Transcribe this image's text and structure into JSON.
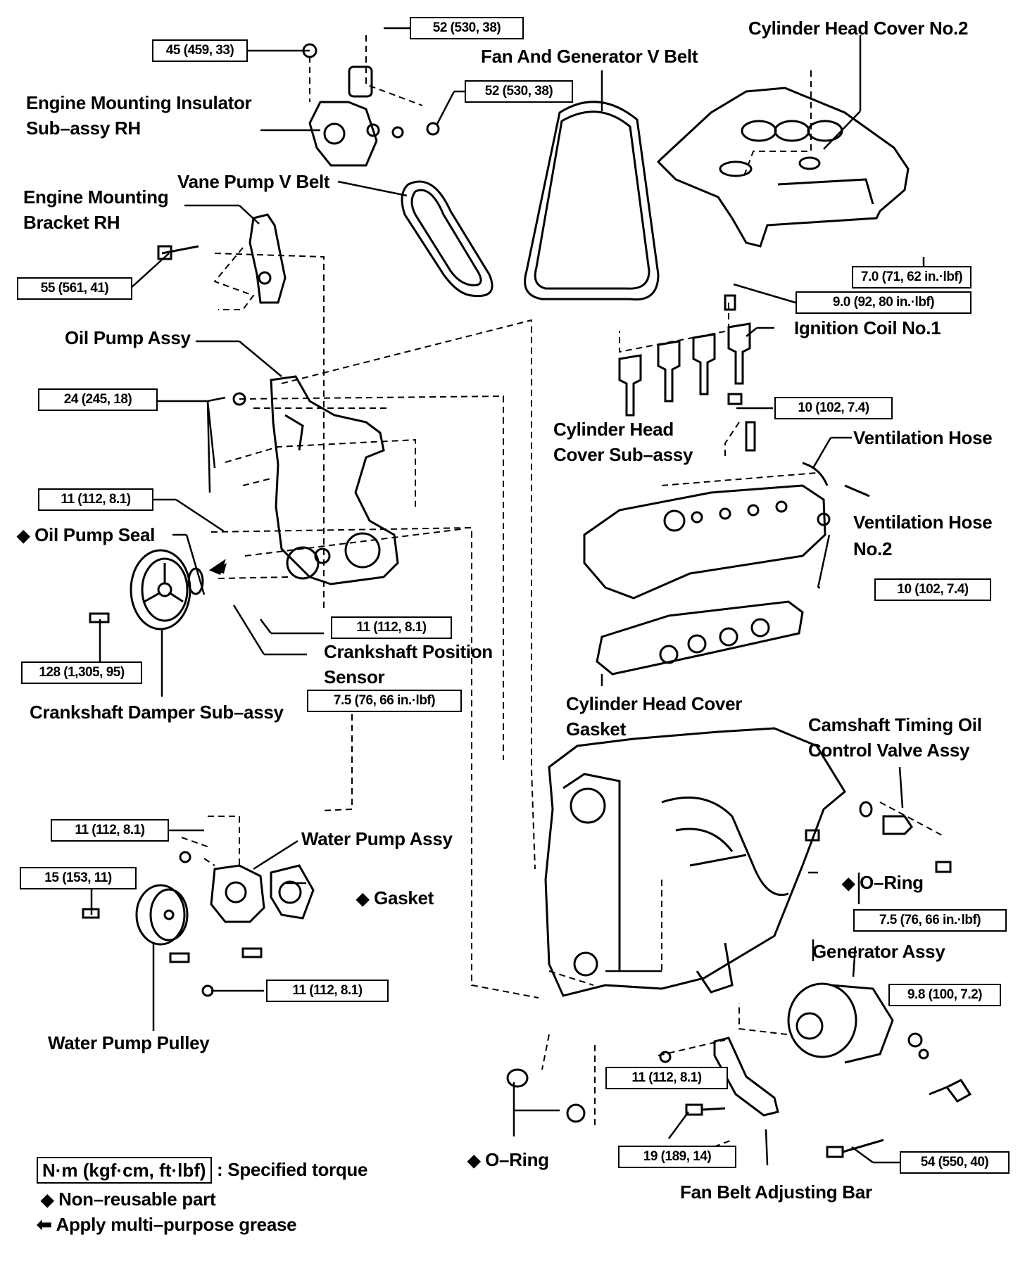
{
  "diagram": {
    "labels": {
      "cylinder_head_cover_no2": "Cylinder Head Cover No.2",
      "fan_and_generator_v_belt": "Fan And Generator V Belt",
      "engine_mounting_insulator_1": "Engine Mounting Insulator",
      "engine_mounting_insulator_2": "Sub–assy RH",
      "vane_pump_v_belt": "Vane Pump V Belt",
      "engine_mounting_bracket_1": "Engine Mounting",
      "engine_mounting_bracket_2": "Bracket RH",
      "oil_pump_assy": "Oil Pump Assy",
      "ignition_coil_no1": "Ignition Coil No.1",
      "cylinder_head_cover_subassy_1": "Cylinder Head",
      "cylinder_head_cover_subassy_2": "Cover Sub–assy",
      "ventilation_hose": "Ventilation Hose",
      "ventilation_hose_no2_1": "Ventilation Hose",
      "ventilation_hose_no2_2": "No.2",
      "oil_pump_seal": "Oil Pump Seal",
      "crankshaft_position_sensor_1": "Crankshaft Position",
      "crankshaft_position_sensor_2": "Sensor",
      "crankshaft_damper": "Crankshaft Damper Sub–assy",
      "cylinder_head_cover_gasket_1": "Cylinder Head Cover",
      "cylinder_head_cover_gasket_2": "Gasket",
      "camshaft_timing_valve_1": "Camshaft Timing Oil",
      "camshaft_timing_valve_2": "Control Valve Assy",
      "water_pump_assy": "Water Pump Assy",
      "o_ring_right": "O–Ring",
      "gasket": "Gasket",
      "generator_assy": "Generator Assy",
      "water_pump_pulley": "Water Pump Pulley",
      "o_ring_bottom": "O–Ring",
      "fan_belt_adjusting_bar": "Fan Belt Adjusting Bar"
    },
    "torques": {
      "t1": "52 (530, 38)",
      "t2": "45 (459, 33)",
      "t3": "52 (530, 38)",
      "t4": "55 (561, 41)",
      "t5": "7.0 (71, 62 in.·lbf)",
      "t6": "9.0 (92, 80 in.·lbf)",
      "t7": "24 (245, 18)",
      "t8": "10 (102, 7.4)",
      "t9": "11 (112, 8.1)",
      "t10": "10 (102, 7.4)",
      "t11": "11 (112, 8.1)",
      "t12": "128 (1,305, 95)",
      "t13": "7.5 (76, 66 in.·lbf)",
      "t14": "11 (112, 8.1)",
      "t15": "15 (153, 11)",
      "t16": "7.5 (76, 66 in.·lbf)",
      "t17": "11 (112, 8.1)",
      "t18": "9.8 (100, 7.2)",
      "t19": "11 (112, 8.1)",
      "t20": "19 (189, 14)",
      "t21": "54 (550, 40)"
    },
    "diamond_symbol": "◆",
    "legend": {
      "torque_units": "N·m (kgf·cm, ft·lbf)",
      "torque_desc": ": Specified torque",
      "non_reusable": "Non–reusable part",
      "grease": "Apply multi–purpose grease",
      "grease_arrow": "⬅"
    }
  }
}
